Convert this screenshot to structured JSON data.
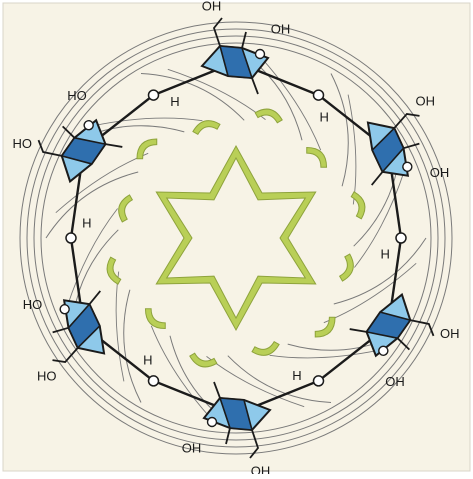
{
  "colors": {
    "paper": "#f7f3e6",
    "border": "#d8d4c8",
    "outline": "#1b1b1b",
    "sheet_line": "#7a7a7a",
    "glucose_dark": "#2f6fae",
    "glucose_light": "#8ec9ea",
    "hbond_green": "#b9cf57",
    "hbond_edge": "#8ea33c"
  },
  "labels": {
    "hydroxyl": "OH",
    "hydroxyl_left": "HO",
    "hydrogen": "H"
  },
  "units": 6
}
